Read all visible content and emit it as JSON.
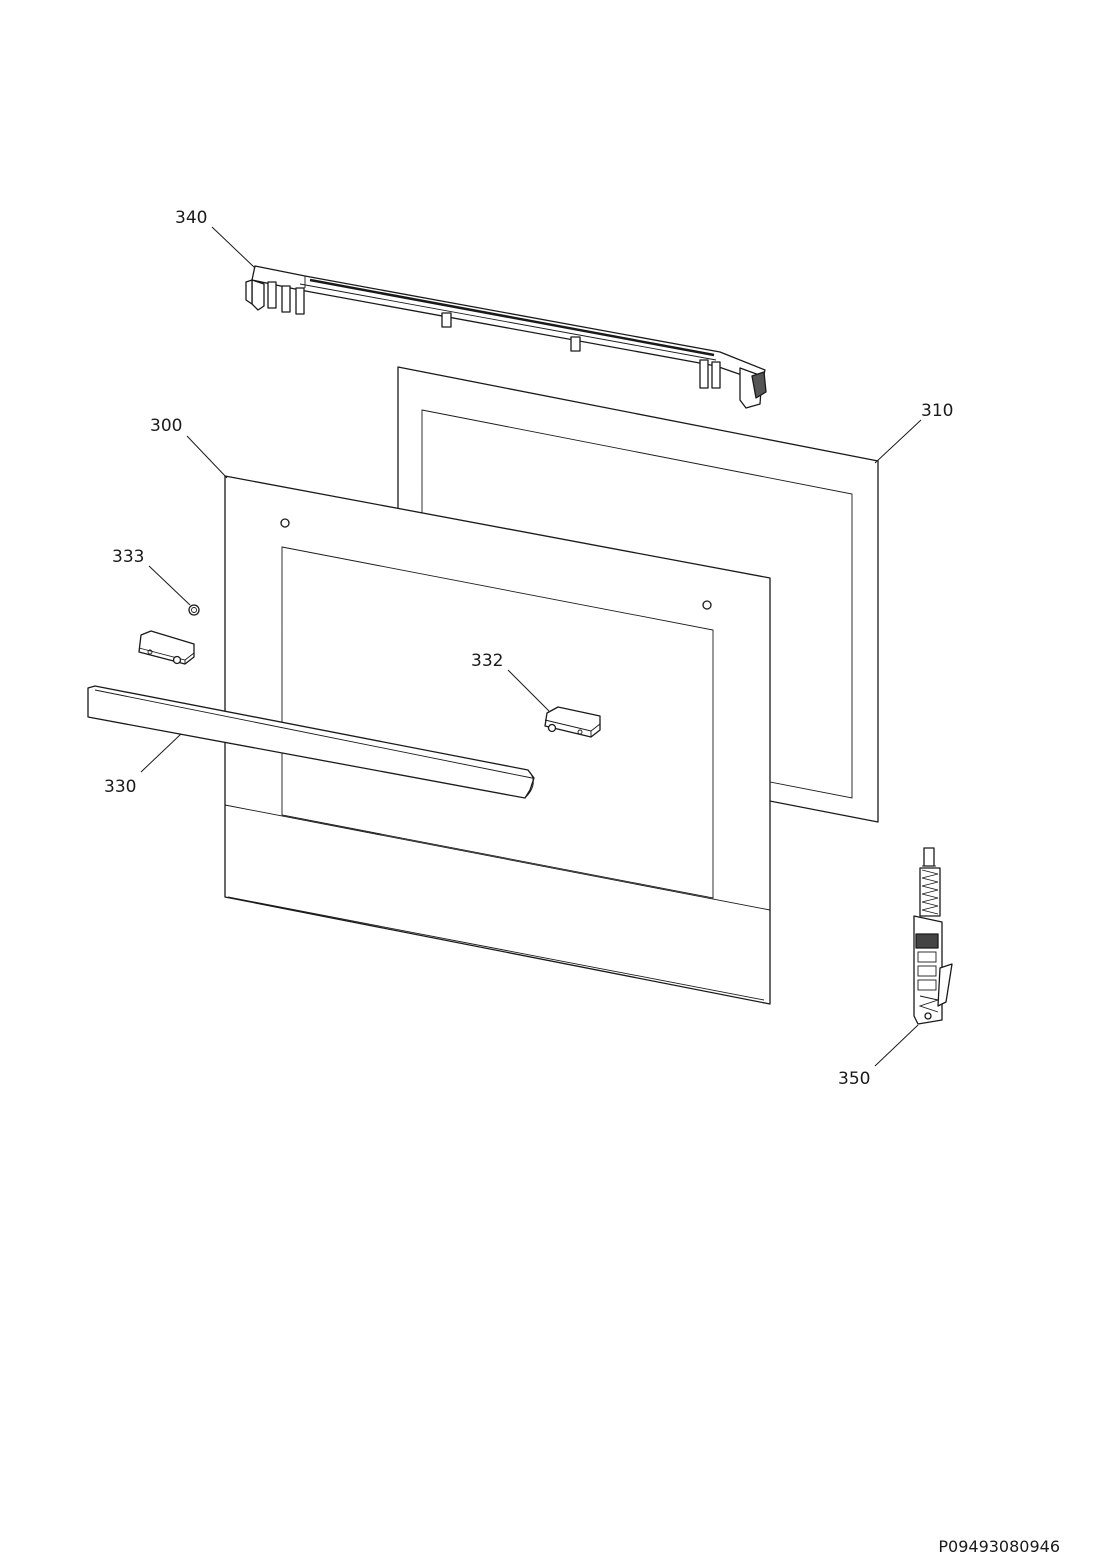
{
  "drawing_id": "P09493080946",
  "parts": [
    {
      "id": "part-340",
      "label": "340"
    },
    {
      "id": "part-310",
      "label": "310"
    },
    {
      "id": "part-300",
      "label": "300"
    },
    {
      "id": "part-333",
      "label": "333"
    },
    {
      "id": "part-332",
      "label": "332"
    },
    {
      "id": "part-330",
      "label": "330"
    },
    {
      "id": "part-350",
      "label": "350"
    }
  ],
  "colors": {
    "line": "#1a1a1a",
    "background": "#ffffff"
  }
}
